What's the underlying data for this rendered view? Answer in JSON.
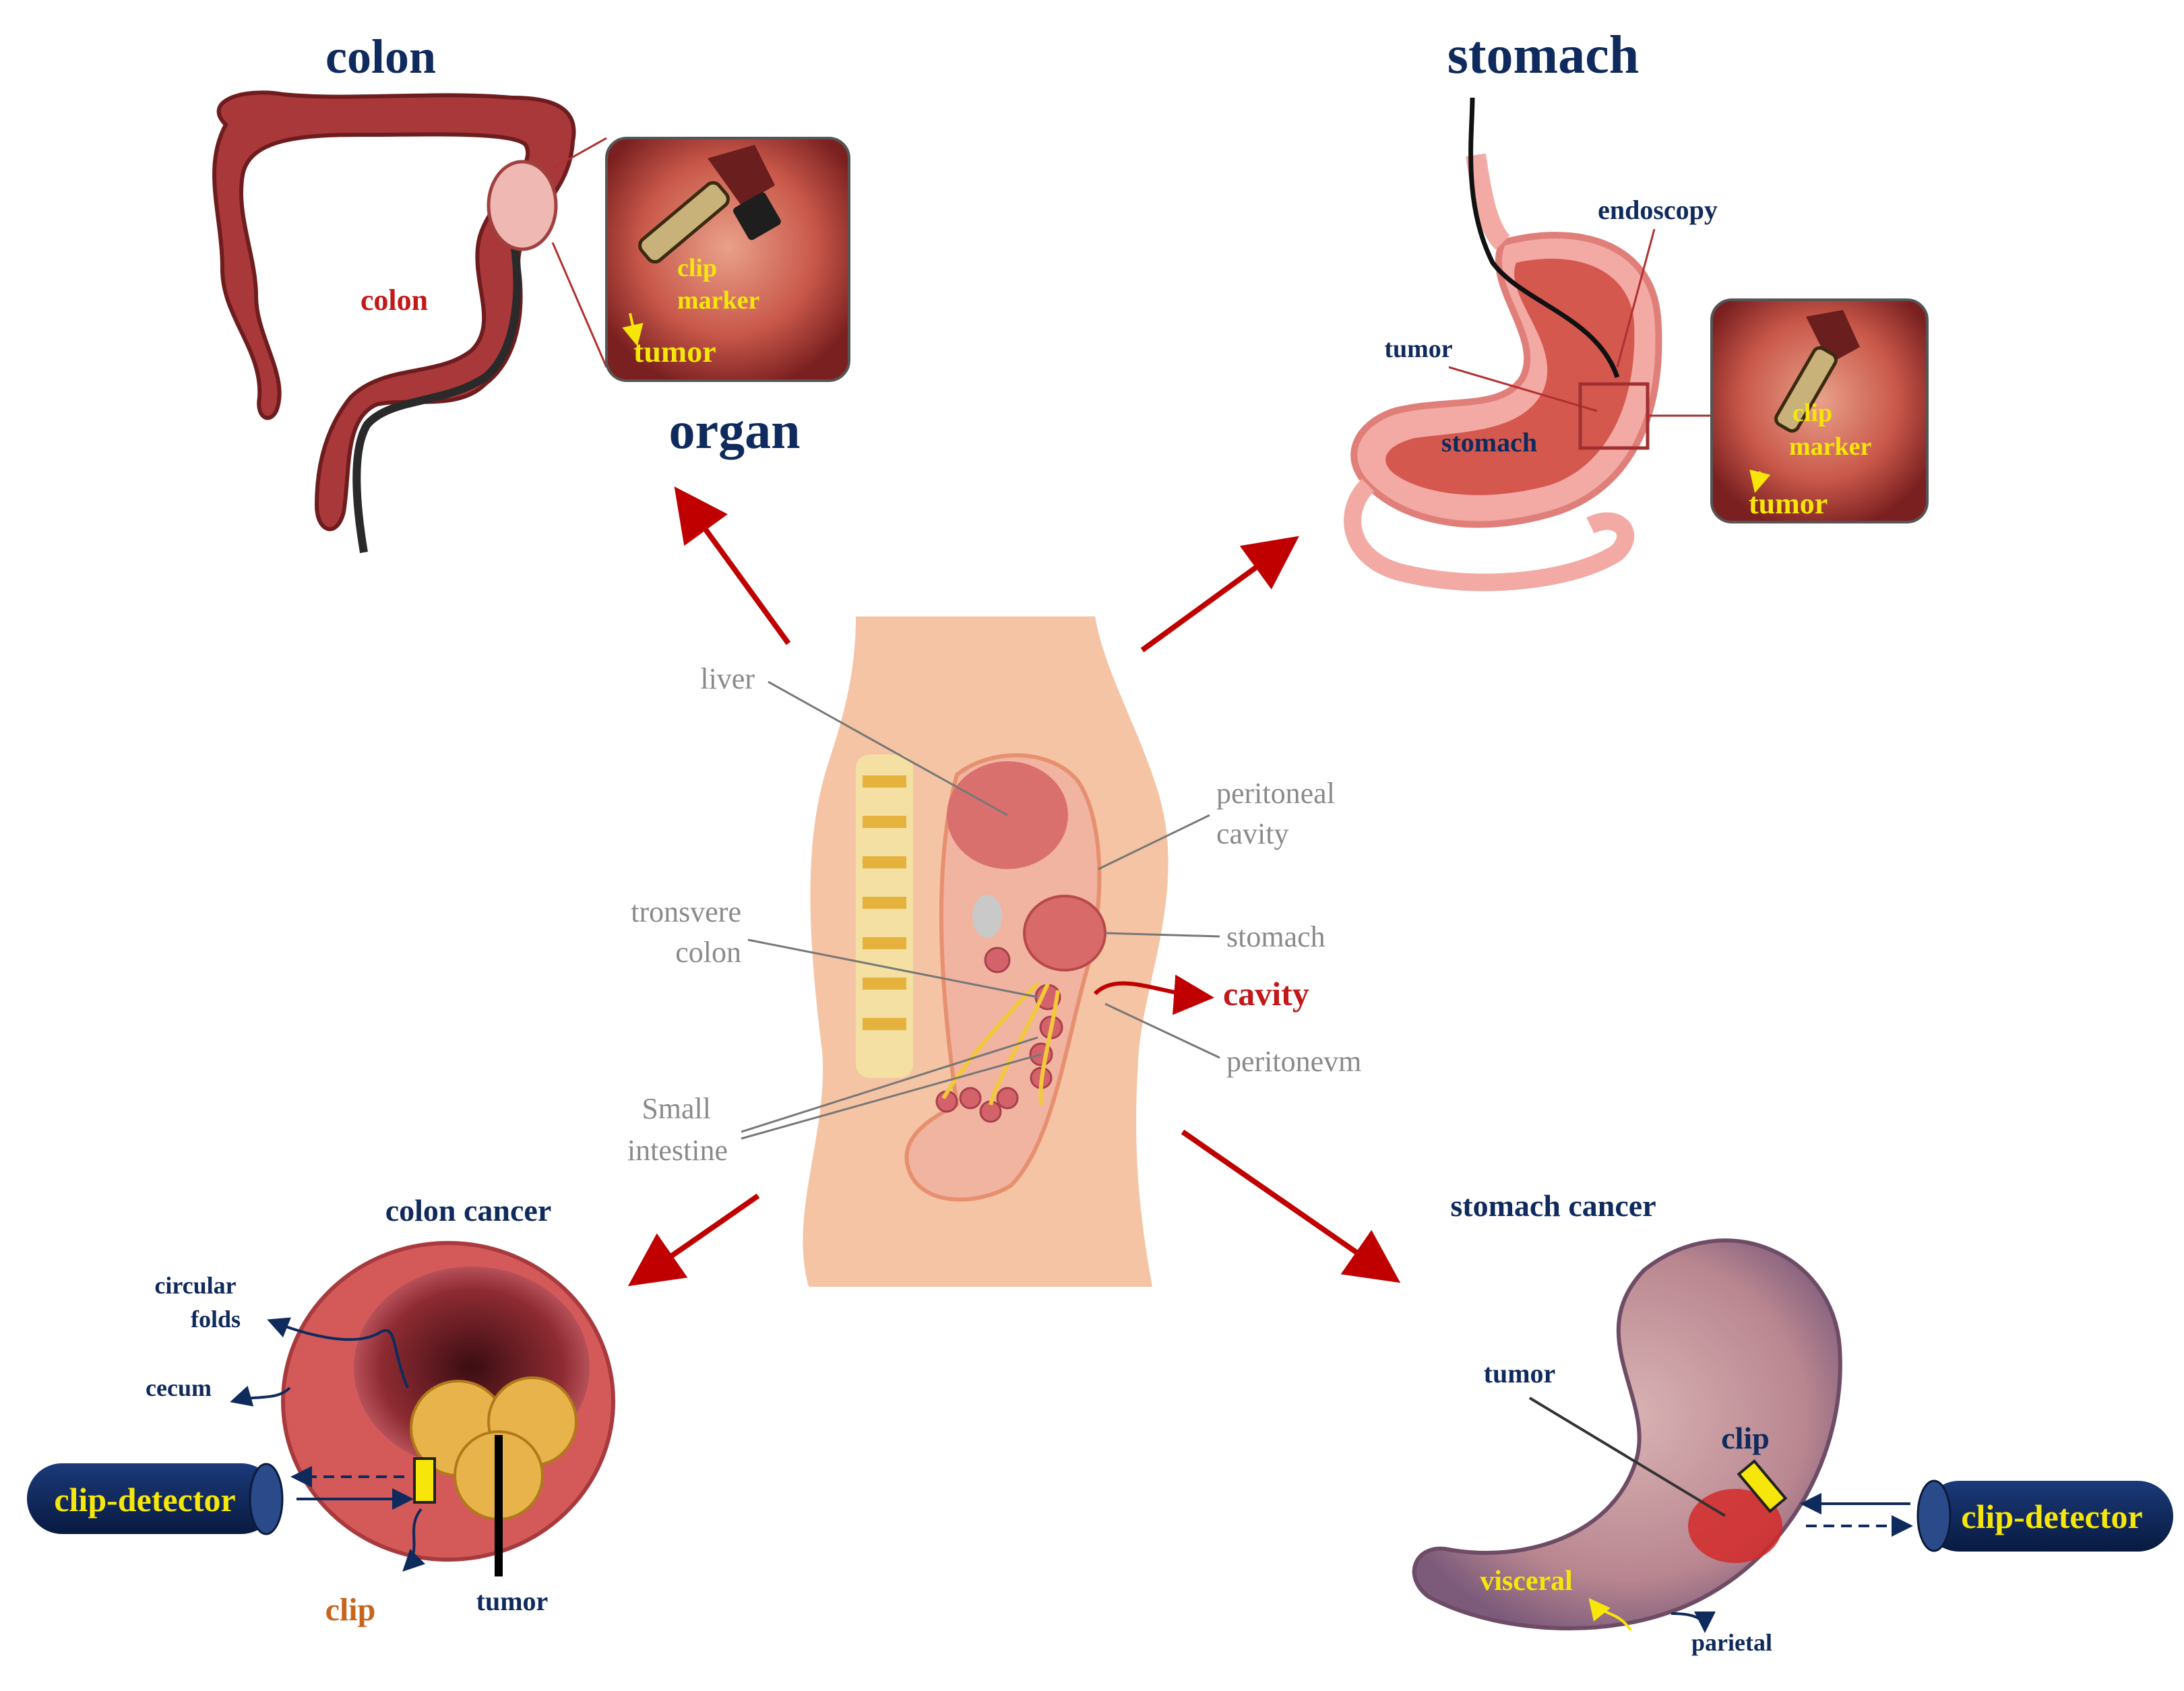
{
  "colon_panel": {
    "title": "colon",
    "organ_label": "colon",
    "inset": {
      "clip": "clip",
      "marker": "marker",
      "tumor": "tumor"
    }
  },
  "organ_label": "organ",
  "stomach_panel": {
    "title": "stomach",
    "endoscopy": "endoscopy",
    "tumor": "tumor",
    "organ_label": "stomach",
    "inset": {
      "clip": "clip",
      "marker": "marker",
      "tumor": "tumor"
    }
  },
  "center_panel": {
    "liver": "liver",
    "peritoneal_1": "peritoneal",
    "peritoneal_2": "cavity",
    "transverse_1": "tronsvere",
    "transverse_2": "colon",
    "stomach": "stomach",
    "cavity": "cavity",
    "peritoneum": "peritonevm",
    "small_1": "Small",
    "small_2": "intestine"
  },
  "colon_cancer_panel": {
    "title": "colon cancer",
    "circular_1": "circular",
    "circular_2": "folds",
    "cecum": "cecum",
    "detector": "clip-detector",
    "clip": "clip",
    "tumor": "tumor"
  },
  "stomach_cancer_panel": {
    "title": "stomach cancer",
    "tumor": "tumor",
    "clip": "clip",
    "visceral": "visceral",
    "parietal": "parietal",
    "detector": "clip-detector"
  },
  "colors": {
    "navy": "#0f2a5c",
    "red_label": "#c21a1a",
    "clip_yellow": "#f6e60a",
    "arrow_red": "#c00000"
  }
}
